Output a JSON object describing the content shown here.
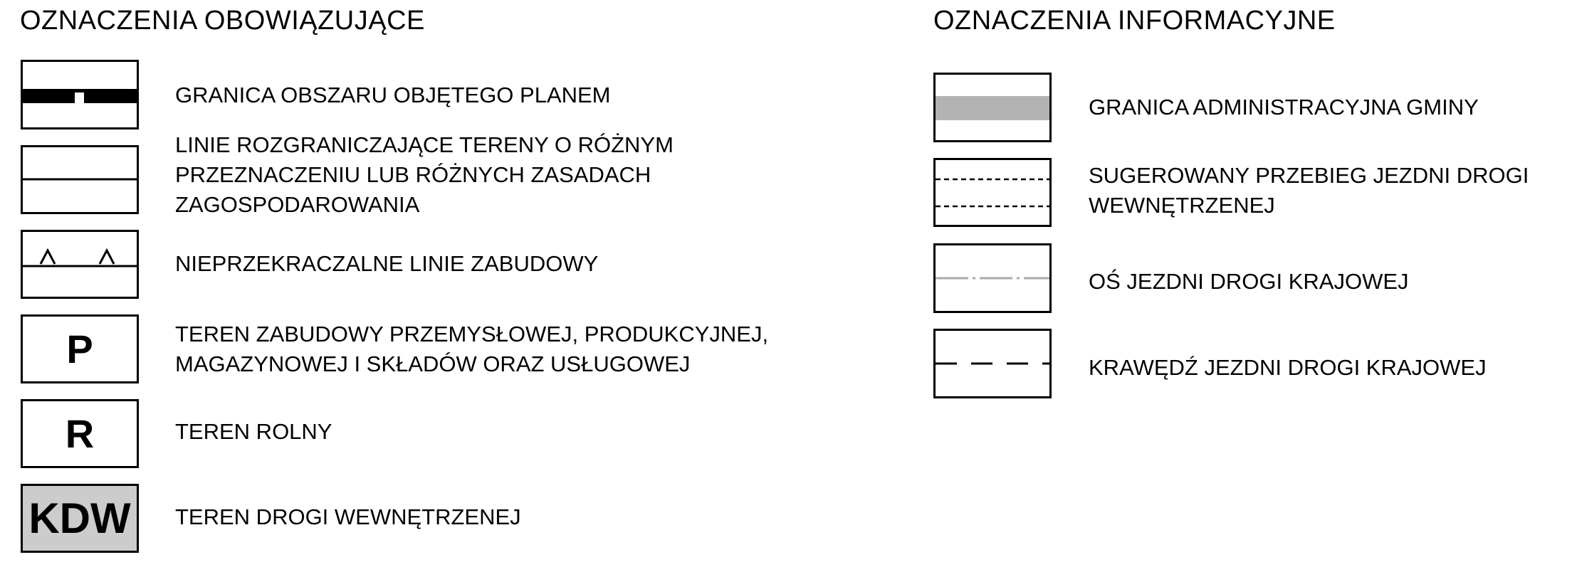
{
  "mandatory": {
    "heading": "OZNACZENIA OBOWIĄZUJĄCE",
    "items": [
      {
        "icon": "plan-boundary-symbol",
        "label_lines": [
          "GRANICA OBSZARU OBJĘTEGO PLANEM"
        ]
      },
      {
        "icon": "dividing-line-symbol",
        "label_lines": [
          "LINIE ROZGRANICZAJĄCE TERENY O RÓŻNYM",
          "PRZEZNACZENIU LUB RÓŻNYCH ZASADACH",
          "ZAGOSPODAROWANIA"
        ]
      },
      {
        "icon": "building-line-symbol",
        "label_lines": [
          "NIEPRZEKRACZALNE LINIE ZABUDOWY"
        ]
      },
      {
        "icon": "zone-code-symbol",
        "code": "P",
        "label_lines": [
          "TEREN ZABUDOWY PRZEMYSŁOWEJ, PRODUKCYJNEJ,",
          "MAGAZYNOWEJ I SKŁADÓW ORAZ USŁUGOWEJ"
        ]
      },
      {
        "icon": "zone-code-symbol",
        "code": "R",
        "label_lines": [
          "TEREN ROLNY"
        ]
      },
      {
        "icon": "zone-code-symbol",
        "code": "KDW",
        "fill": "#cccccc",
        "label_lines": [
          "TEREN DROGI WEWNĘTRZENEJ"
        ]
      }
    ]
  },
  "informational": {
    "heading": "OZNACZENIA INFORMACYJNE",
    "items": [
      {
        "icon": "admin-boundary-symbol",
        "color": "#b3b3b3",
        "label_lines": [
          "GRANICA ADMINISTRACYJNA GMINY"
        ]
      },
      {
        "icon": "dashed-double-line-symbol",
        "label_lines": [
          "SUGEROWANY PRZEBIEG JEZDNI DROGI",
          "WEWNĘTRZENEJ"
        ]
      },
      {
        "icon": "dash-dot-axis-symbol",
        "color": "#aaaaaa",
        "label_lines": [
          "OŚ JEZDNI DROGI KRAJOWEJ"
        ]
      },
      {
        "icon": "long-dash-line-symbol",
        "label_lines": [
          "KRAWĘDŹ JEZDNI DROGI KRAJOWEJ"
        ]
      }
    ]
  }
}
